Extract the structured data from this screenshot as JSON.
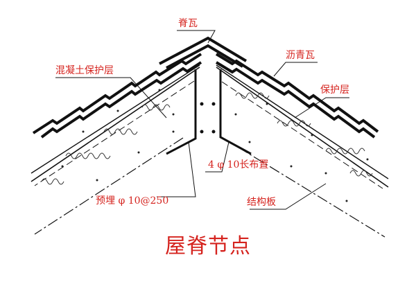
{
  "title": "屋脊节点",
  "labels": {
    "ridge_tile": "脊瓦",
    "concrete_protective_layer": "混凝土保护层",
    "asphalt_shingle": "沥青瓦",
    "protective_layer": "保护层",
    "rebar_long": "4 φ 10长布置",
    "embedded_rebar": "预埋 φ 10@250",
    "structural_slab": "结构板"
  },
  "colors": {
    "label_red": "#d5231e",
    "line_black": "#111111"
  }
}
